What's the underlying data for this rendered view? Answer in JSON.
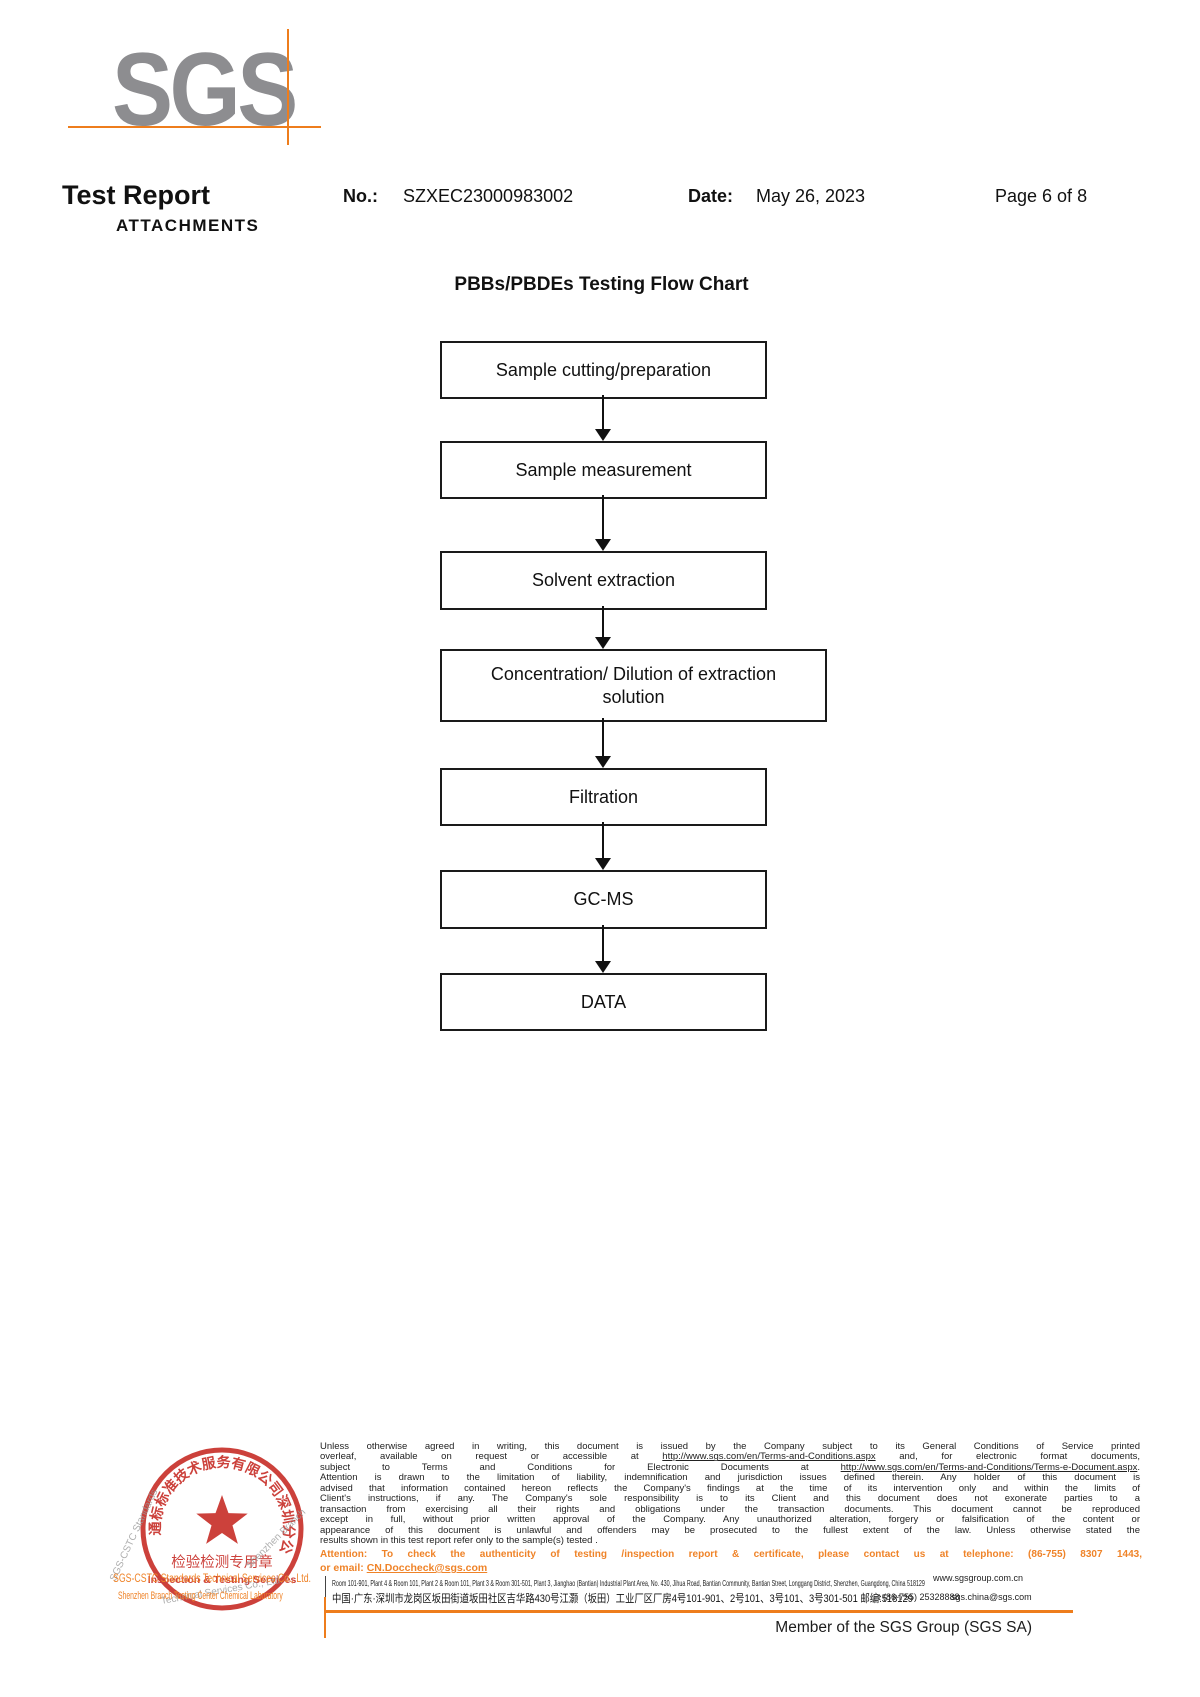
{
  "colors": {
    "accent_orange": "#ee7d1c",
    "logo_gray": "#8d8d90",
    "stamp_red": "#c8312b"
  },
  "header": {
    "logo_text": "SGS",
    "report_title": "Test Report",
    "attachments_label": "ATTACHMENTS",
    "no_label": "No.:",
    "no_value": "SZXEC23000983002",
    "date_label": "Date:",
    "date_value": "May 26, 2023",
    "page_indicator": "Page 6 of 8"
  },
  "flowchart": {
    "title": "PBBs/PBDEs Testing Flow Chart",
    "steps": [
      "Sample cutting/preparation",
      "Sample measurement",
      "Solvent extraction",
      "Concentration/ Dilution of extraction solution",
      "Filtration",
      "GC-MS",
      "DATA"
    ]
  },
  "stamp": {
    "arc_text": "通标标准技术服务有限公司深圳分公司",
    "center_cn": "检验检测专用章",
    "center_en": "Inspection & Testing Services",
    "curved_left": "SGS-CSTC Standards",
    "curved_right": "Shenzhen Branch",
    "curved_bottom": "Technical Services Co., Ltd.",
    "company_line1": "SGS-CSTC Standards Technical Services Co., Ltd.",
    "company_line2": "Shenzhen Branch Testing Center Chemical Laboratory"
  },
  "disclaimer": {
    "line1": "Unless otherwise agreed in writing, this document is issued by the Company subject to its General Conditions of Service printed",
    "line2_pre": "overleaf, available on request or accessible at ",
    "line2_link": "http://www.sgs.com/en/Terms-and-Conditions.aspx",
    "line2_post": " and, for electronic format documents,",
    "line3_pre": "subject to Terms and Conditions for Electronic Documents at ",
    "line3_link": "http://www.sgs.com/en/Terms-and-Conditions/Terms-e-Document.aspx",
    "line3_post": ".",
    "line4": "Attention is drawn to the limitation of liability, indemnification and jurisdiction issues defined therein. Any holder of this document is",
    "line5": "advised that information contained hereon reflects the Company's findings at the time of its intervention only and within the limits of",
    "line6": "Client's instructions, if any. The Company's sole responsibility is to its Client and this document does not exonerate parties to a",
    "line7": "transaction from exercising all their rights and obligations under the transaction documents. This document cannot be reproduced",
    "line8": "except in full, without prior written approval of the Company. Any unauthorized alteration, forgery or falsification of the content or",
    "line9": "appearance of this document is unlawful and offenders may be prosecuted to the fullest extent of the law. Unless otherwise stated the",
    "line10": "results shown in this test report refer only to the sample(s) tested .",
    "attention": "Attention: To check the authenticity of testing /inspection report & certificate, please contact us at telephone: (86-755) 8307 1443,",
    "email_pre": "or email: ",
    "email_link": "CN.Doccheck@sgs.com"
  },
  "footer": {
    "address_en": "Room 101-901, Plant 4 & Room 101, Plant 2 & Room 101, Plant 3 & Room 301-501, Plant 3, Jianghao (Bantian) Industrial Plant Area, No. 430, Jihua Road, Bantian Community, Bantian Street, Longgang  District, Shenzhen, Guangdong, China 518129",
    "website": "www.sgsgroup.com.cn",
    "address_cn": "中国·广东·深圳市龙岗区坂田街道坂田社区吉华路430号江灏（坂田）工业厂区厂房4号101-901、2号101、3号101、3号301-501  邮编:518129",
    "phone": "t (86-755) 25328888",
    "email": "sgs.china@sgs.com",
    "member": "Member of the SGS Group (SGS SA)"
  }
}
